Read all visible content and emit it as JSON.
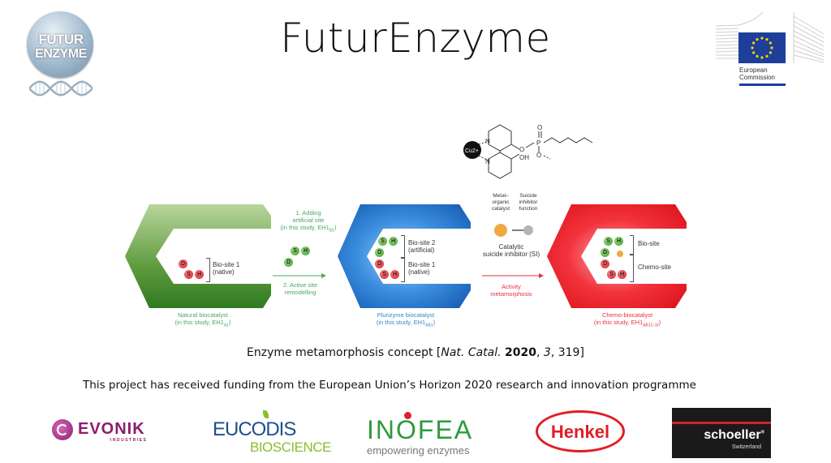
{
  "header": {
    "title": "FuturEnzyme",
    "left_logo": {
      "line1": "FUTUR",
      "line2": "ENZYME",
      "icon": "dna-icon"
    },
    "right_logo": {
      "line1": "European",
      "line2": "Commission",
      "icon": "eu-flag-icon"
    }
  },
  "figure": {
    "stage1": {
      "label_line1": "Natural biocatalyst",
      "label_line2": "(in this study, EH1",
      "label_sub": "A1",
      "label_end": ")",
      "site_label_line1": "Bio-site 1",
      "site_label_line2": "(native)",
      "residues": [
        "D",
        "S",
        "H"
      ],
      "color": "#3e8a2e"
    },
    "arrow1": {
      "top_line1": "1. Adding",
      "top_line2": "artificial site",
      "top_line3": "(in this study, EH1",
      "top_sub": "B1",
      "top_end": ")",
      "bottom_line1": "2. Active site",
      "bottom_line2": "remodelling",
      "residues": [
        "S",
        "H",
        "D"
      ]
    },
    "stage2": {
      "label_line1": "Plurizyme biocatalyst",
      "label_line2": "(in this study, EH1",
      "label_sub": "AB1",
      "label_end": ")",
      "site2_line1": "Bio-site 2",
      "site2_line2": "(artificial)",
      "site1_line1": "Bio-site 1",
      "site1_line2": "(native)",
      "color": "#1f6fc9"
    },
    "molecule": {
      "metal": "Cu2+",
      "atoms": [
        "N",
        "N",
        "O",
        "P",
        "O",
        "O",
        "OH"
      ],
      "part1_line1": "Metal–",
      "part1_line2": "organic",
      "part1_line3": "catalyst",
      "part2_line1": "Suicide",
      "part2_line2": "inhibitor",
      "part2_line3": "function",
      "name_line1": "Catalytic",
      "name_line2": "suicide inhibitor (SI)"
    },
    "arrow2": {
      "line1": "Activity",
      "line2": "metamorphosis"
    },
    "stage3": {
      "label_line1": "Chemo-biocatalyst",
      "label_line2": "(in this study, EH1",
      "label_sub": "AB1C-SI",
      "label_end": ")",
      "site_bio": "Bio-site",
      "site_chemo": "Chemo-site",
      "color": "#e8141e"
    }
  },
  "caption": {
    "prefix": "Enzyme metamorphosis concept [",
    "journal": "Nat. Catal.",
    "year": "2020",
    "sep1": ", ",
    "volume": "3",
    "pages": ", 319]"
  },
  "funding": "This project has received funding from the European Union’s Horizon 2020 research and innovation programme",
  "partners": [
    {
      "name": "EVONIK",
      "sub": "INDUSTRIES",
      "color": "#8c1d6e"
    },
    {
      "name": "EUCODIS",
      "sub": "BIOSCIENCE",
      "color": "#1d4f8a",
      "sub_color": "#8cbd2c"
    },
    {
      "name": "INOFEA",
      "sub": "empowering enzymes",
      "color": "#2e9a3c"
    },
    {
      "name": "Henkel",
      "color": "#e01e25"
    },
    {
      "name": "schoeller",
      "sub": "Switzerland",
      "mark": "®",
      "color": "#1a1a1a"
    }
  ]
}
